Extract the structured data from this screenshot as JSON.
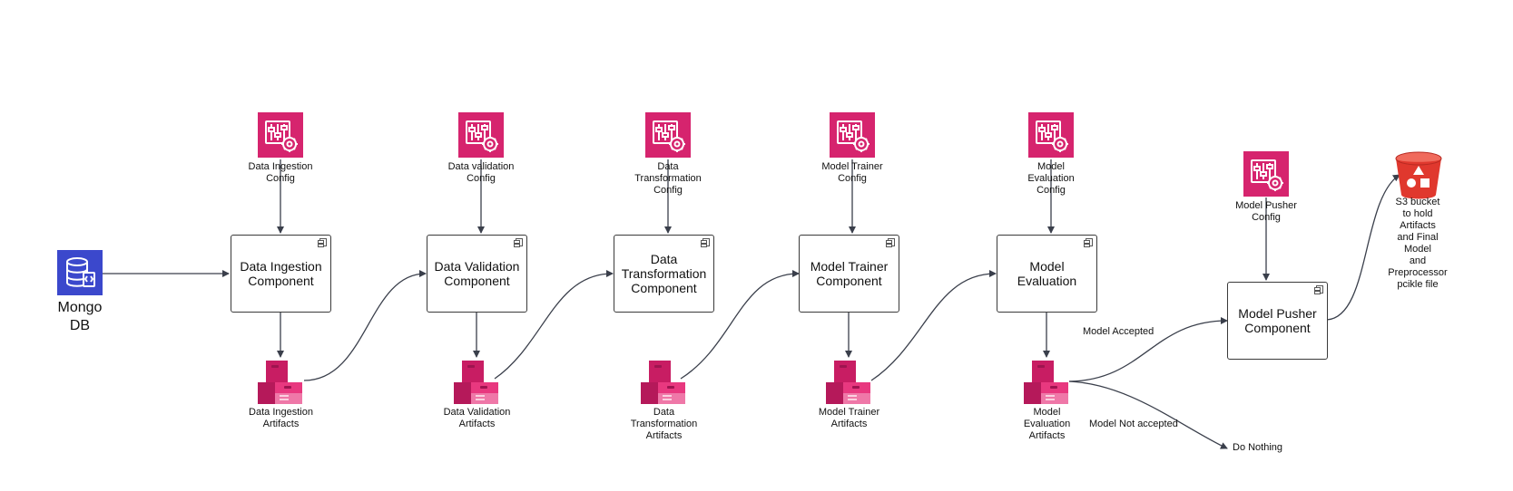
{
  "source": {
    "label": "Mongo\nDB",
    "icon": "database-icon",
    "color": "#3b48cc"
  },
  "configs": [
    {
      "label": "Data Ingestion\nConfig",
      "icon": "settings-sliders-icon"
    },
    {
      "label": "Data validation\nConfig",
      "icon": "settings-sliders-icon"
    },
    {
      "label": "Data\nTransformation\nConfig",
      "icon": "settings-sliders-icon"
    },
    {
      "label": "Model Trainer\nConfig",
      "icon": "settings-sliders-icon"
    },
    {
      "label": "Model\nEvaluation\nConfig",
      "icon": "settings-sliders-icon"
    },
    {
      "label": "Model Pusher\nConfig",
      "icon": "settings-sliders-icon"
    }
  ],
  "components": [
    {
      "label": "Data Ingestion\nComponent"
    },
    {
      "label": "Data Validation\nComponent"
    },
    {
      "label": "Data\nTransformation\nComponent"
    },
    {
      "label": "Model Trainer\nComponent"
    },
    {
      "label": "Model Evaluation"
    },
    {
      "label": "Model Pusher\nComponent"
    }
  ],
  "artifacts": [
    {
      "label": "Data Ingestion\nArtifacts",
      "icon": "boxes-icon"
    },
    {
      "label": "Data Validation\nArtifacts",
      "icon": "boxes-icon"
    },
    {
      "label": "Data\nTransformation\nArtifacts",
      "icon": "boxes-icon"
    },
    {
      "label": "Model Trainer\nArtifacts",
      "icon": "boxes-icon"
    },
    {
      "label": "Model\nEvaluation\nArtifacts",
      "icon": "boxes-icon"
    }
  ],
  "edges": {
    "accepted": "Model Accepted",
    "not_accepted": "Model Not accepted",
    "do_nothing": "Do Nothing"
  },
  "bucket": {
    "label": "S3 bucket\nto hold\nArtifacts\nand Final\nModel\nand\nPreprocessor\npcikle file",
    "icon": "s3-bucket-icon"
  },
  "colors": {
    "config": "#d6246e",
    "artifact": "#e8387f",
    "bucket": "#e0382e",
    "line": "#3a3f4b"
  }
}
